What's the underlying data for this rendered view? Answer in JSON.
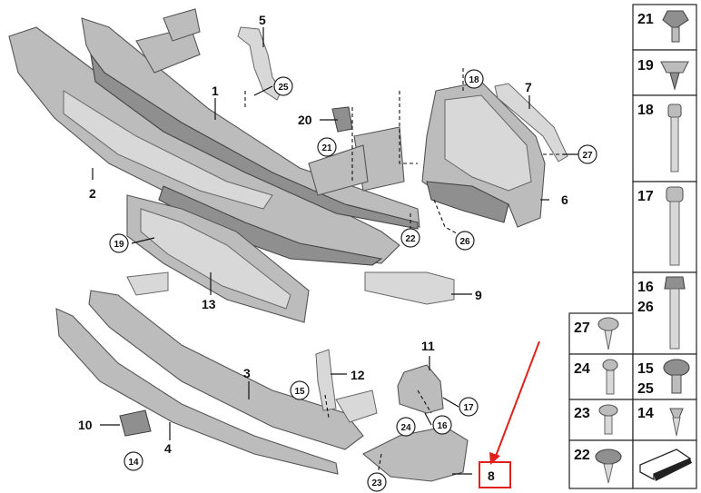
{
  "callouts": {
    "c1": "1",
    "c2": "2",
    "c3": "3",
    "c4": "4",
    "c5": "5",
    "c6": "6",
    "c7": "7",
    "c8": "8",
    "c9": "9",
    "c10": "10",
    "c11": "11",
    "c12": "12",
    "c13": "13",
    "c14": "14",
    "c15": "15",
    "c16": "16",
    "c17": "17",
    "c18": "18",
    "c19": "19",
    "c20": "20",
    "c21": "21",
    "c22": "22",
    "c23": "23",
    "c24": "24",
    "c25": "25",
    "c26": "26",
    "c27": "27"
  },
  "fastener_table": {
    "t21": "21",
    "t19": "19",
    "t18": "18",
    "t17": "17",
    "t16": "16",
    "t26": "26",
    "t27": "27",
    "t24": "24",
    "t15": "15",
    "t25": "25",
    "t23": "23",
    "t14": "14",
    "t22": "22"
  },
  "highlight": {
    "label": "8",
    "color": "#e0201b"
  }
}
